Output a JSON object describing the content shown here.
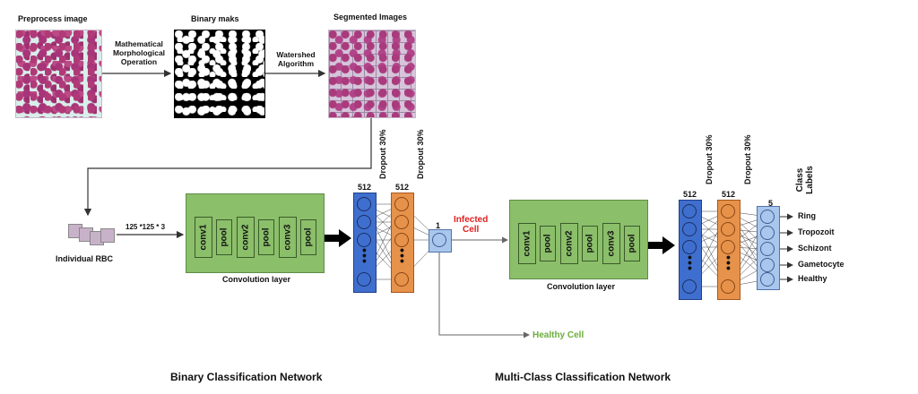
{
  "top_row": {
    "preprocess_label": "Preprocess image",
    "binary_label": "Binary maks",
    "segmented_label": "Segmented Images",
    "morph_op_label": "Mathematical\nMorphological\nOperation",
    "watershed_label": "Watershed\nAlgorithm"
  },
  "input": {
    "rbc_label": "Individual RBC",
    "size_label": "125 *125 * 3"
  },
  "binary_net": {
    "conv_blocks": [
      "conv1",
      "pool",
      "conv2",
      "pool",
      "conv3",
      "pool"
    ],
    "conv_caption": "Convolution layer",
    "dense1_size": "512",
    "dense2_size": "512",
    "dropout_label": "Dropout 30%",
    "output_size": "1",
    "infected_label": "Infected\nCell",
    "healthy_label": "Healthy Cell",
    "title": "Binary Classification Network"
  },
  "multi_net": {
    "conv_blocks": [
      "conv1",
      "pool",
      "conv2",
      "pool",
      "conv3",
      "pool"
    ],
    "conv_caption": "Convolution layer",
    "dense1_size": "512",
    "dense2_size": "512",
    "dropout_label": "Dropout 30%",
    "output_size": "5",
    "class_labels_title": "Class\nLabels",
    "classes": [
      "Ring",
      "Tropozoit",
      "Schizont",
      "Gametocyte",
      "Healthy"
    ],
    "title": "Multi-Class Classification Network"
  },
  "colors": {
    "infected": "#e02020",
    "healthy": "#6aae3c",
    "dense_blue": "#3f6fce",
    "dense_orange": "#e7924a",
    "output_light": "#a9c6ec",
    "conv_green": "#8bbf6a"
  }
}
